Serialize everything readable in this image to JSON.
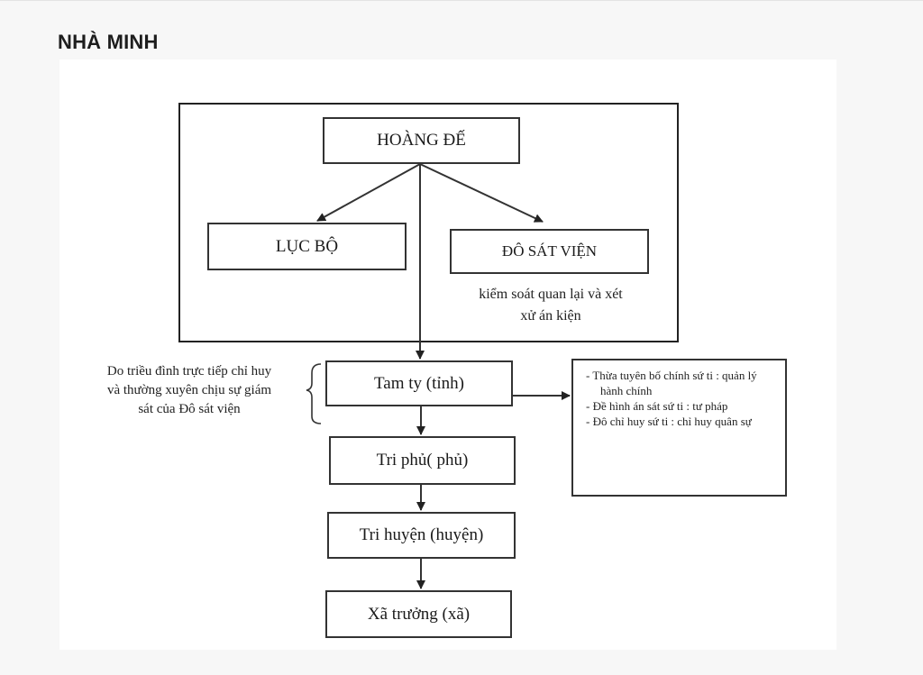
{
  "page": {
    "title": "NHÀ MINH"
  },
  "diagram": {
    "emperor": "HOÀNG ĐẾ",
    "six_ministries": "LỤC BỘ",
    "censorate": "ĐÔ SÁT VIỆN",
    "censorate_note": [
      "kiểm soát quan lại và xét",
      "xử án kiện"
    ],
    "province": "Tam ty (tỉnh)",
    "prefecture": "Tri phủ( phủ)",
    "district": "Tri huyện (huyện)",
    "commune": "Xã trưởng (xã)",
    "province_note": [
      "Do triều đình trực tiếp chỉ huy",
      "và thường xuyên chịu sự giám",
      "sát của Đô sát viện"
    ],
    "province_offices": [
      "-  Thừa tuyên bố chính sứ ti : quản lý hành chính",
      "-  Đề hình án sát sứ ti : tư pháp",
      "-  Đô chỉ huy sứ ti : chỉ huy quân sự"
    ]
  }
}
